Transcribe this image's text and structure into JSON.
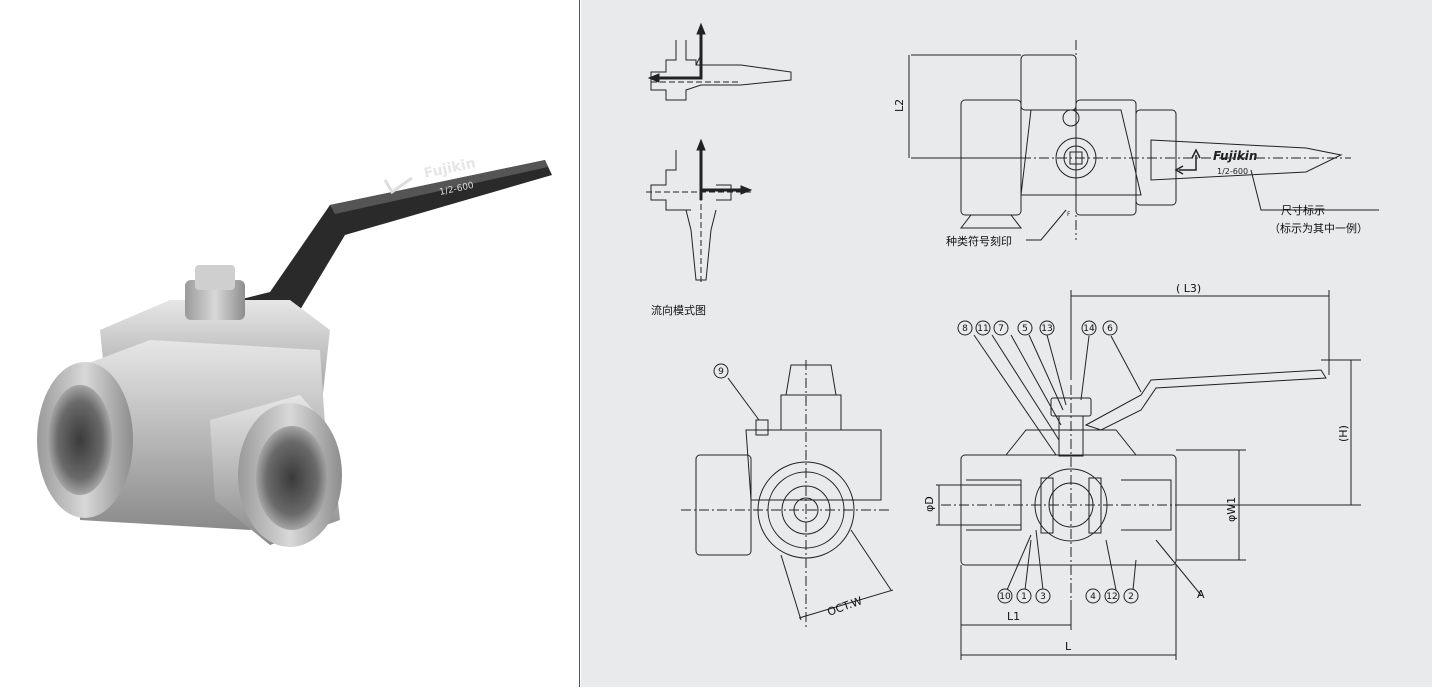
{
  "photo": {
    "handle_brand": "Fujikin",
    "handle_size": "1/2-600"
  },
  "drawing": {
    "handle_brand": "Fujikin",
    "handle_size": "1/2-600",
    "flow_caption": "流向模式图",
    "size_mark_line1": "尺寸标示",
    "size_mark_line2": "（标示为其中一例）",
    "type_mark": "种类符号刻印",
    "type_mark_letter": "F",
    "dim_L2": "L2",
    "dim_L3": "( L3)",
    "dim_H": "(H)",
    "dim_D": "φD",
    "dim_W1": "φW1",
    "dim_OCTW": "OCT.W",
    "dim_L1": "L1",
    "dim_L": "L",
    "label_A": "A",
    "parts_top": [
      "8",
      "11",
      "7",
      "5",
      "13",
      "14",
      "6"
    ],
    "parts_bottom": [
      "10",
      "1",
      "3",
      "4",
      "12",
      "2"
    ],
    "part_left": "9"
  },
  "colors": {
    "panel_bg": "#e9eaec",
    "line": "#222222",
    "handle": "#2a2a2a"
  }
}
